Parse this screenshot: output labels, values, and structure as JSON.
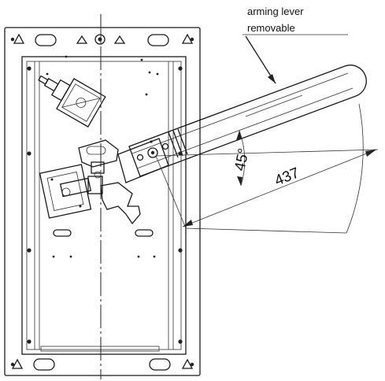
{
  "callout": {
    "line1": "arming lever",
    "line2": "removable"
  },
  "dimensions": {
    "angle": "45°",
    "length": "437"
  },
  "colors": {
    "stroke": "#1a1a1a",
    "background": "#ffffff"
  }
}
